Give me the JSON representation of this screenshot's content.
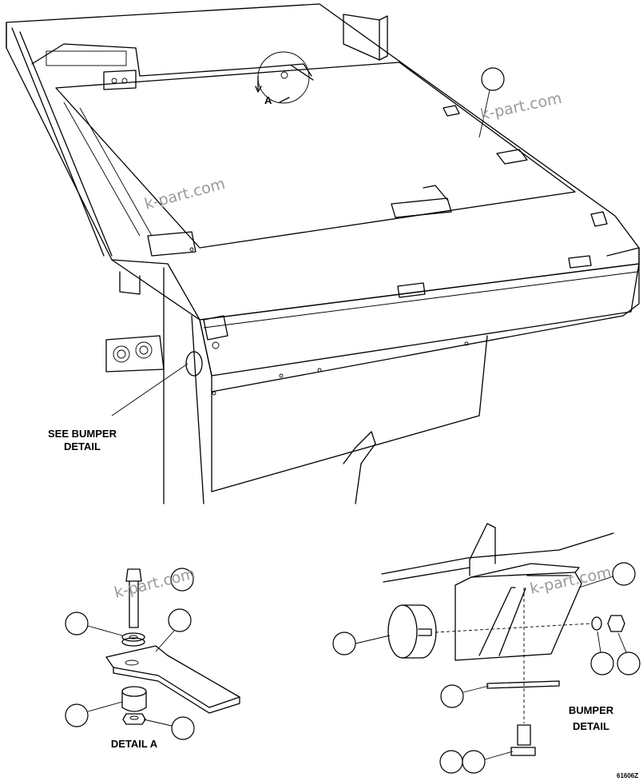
{
  "labels": {
    "see_bumper": [
      "SEE BUMPER",
      "DETAIL"
    ],
    "view_a": "A",
    "detail_a": "DETAIL A",
    "bumper_detail": [
      "BUMPER",
      "DETAIL"
    ],
    "drawing_code": "61606Z"
  },
  "watermark": "k-part.com"
}
